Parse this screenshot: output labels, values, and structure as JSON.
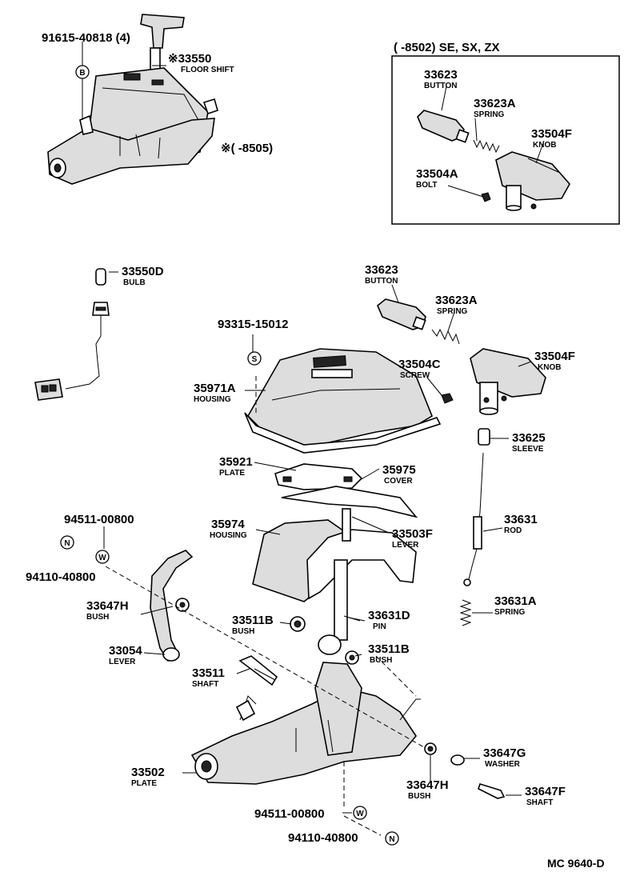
{
  "top": {
    "bolt_ref": "91615-40818 (4)",
    "floor_shift_no": "※33550",
    "floor_shift_name": "FLOOR SHIFT",
    "note": "※(      -8505)",
    "sym_b": "B"
  },
  "inset": {
    "title": "(      -8502) SE, SX, ZX",
    "button_no": "33623",
    "button_name": "BUTTON",
    "spring_no": "33623A",
    "spring_name": "SPRING",
    "knob_no": "33504F",
    "knob_name": "KNOB",
    "bolt_no": "33504A",
    "bolt_name": "BOLT"
  },
  "parts": {
    "bulb_no": "33550D",
    "bulb_name": "BULB",
    "button_no": "33623",
    "button_name": "BUTTON",
    "spring_no": "33623A",
    "spring_name": "SPRING",
    "screw_ref": "93315-15012",
    "sym_s": "S",
    "screw_no": "33504C",
    "screw_name": "SCREW",
    "knob_no": "33504F",
    "knob_name": "KNOB",
    "housing_no": "35971A",
    "housing_name": "HOUSING",
    "sleeve_no": "33625",
    "sleeve_name": "SLEEVE",
    "plate_no": "35921",
    "plate_name": "PLATE",
    "cover_no": "35975",
    "cover_name": "COVER",
    "rod_no": "33631",
    "rod_name": "ROD",
    "housing2_no": "35974",
    "housing2_name": "HOUSING",
    "lever_no": "33503F",
    "lever_name": "LEVER",
    "washer_ref1": "94511-00800",
    "sym_w": "W",
    "nut_ref1": "94110-40800",
    "sym_n": "N",
    "bush_no": "33647H",
    "bush_name": "BUSH",
    "bush2_no": "33511B",
    "bush2_name": "BUSH",
    "pin_no": "33631D",
    "pin_name": "PIN",
    "spring2_no": "33631A",
    "spring2_name": "SPRING",
    "bush3_no": "33511B",
    "bush3_name": "BUSH",
    "lever2_no": "33054",
    "lever2_name": "LEVER",
    "shaft_no": "33511",
    "shaft_name": "SHAFT",
    "washer_no": "33647G",
    "washer_name": "WASHER",
    "plate2_no": "33502",
    "plate2_name": "PLATE",
    "bush4_no": "33647H",
    "bush4_name": "BUSH",
    "shaft2_no": "33647F",
    "shaft2_name": "SHAFT",
    "washer_ref2": "94511-00800",
    "nut_ref2": "94110-40800"
  },
  "footer": {
    "code": "MC 9640-D"
  }
}
